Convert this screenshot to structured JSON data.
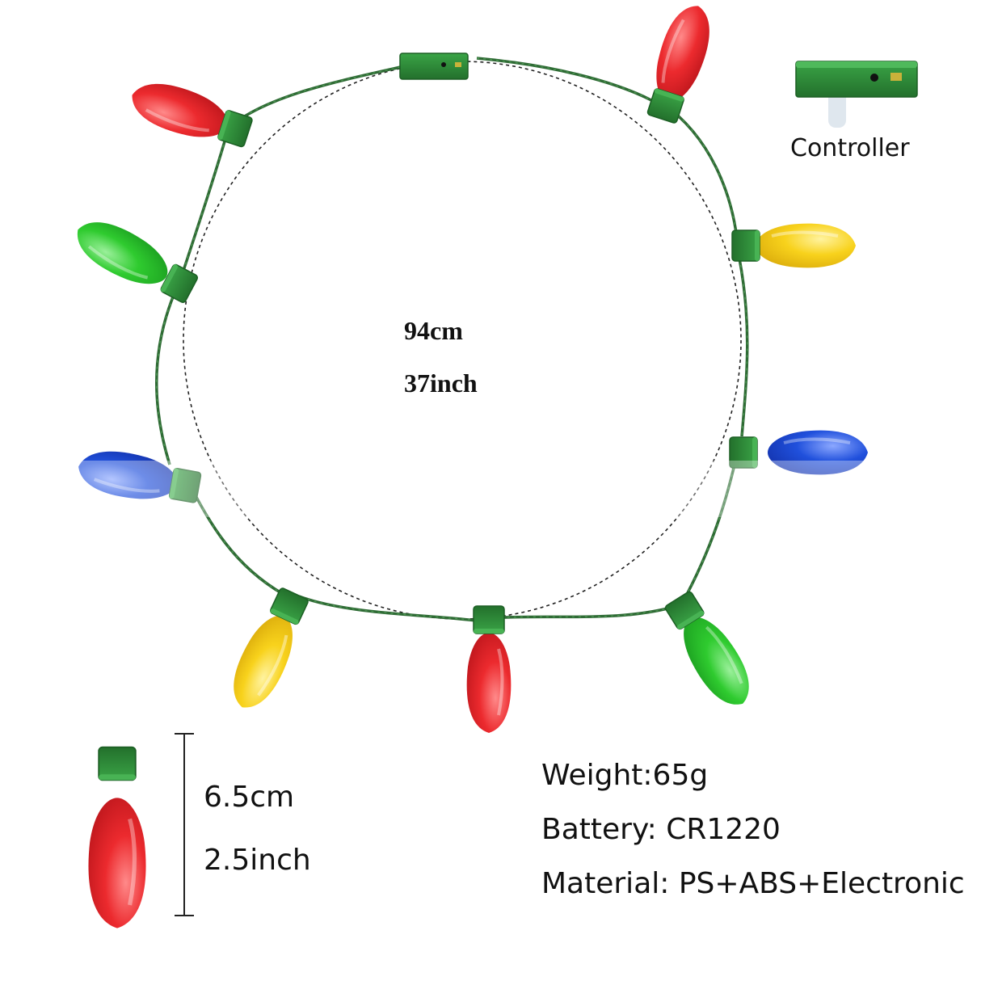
{
  "necklace": {
    "length_cm": "94cm",
    "length_inch": "37inch",
    "bulb_colors": [
      "red",
      "red",
      "yellow",
      "blue",
      "green",
      "red",
      "yellow",
      "blue",
      "green",
      "red"
    ],
    "palette": {
      "red": "#e8262c",
      "green": "#2dc82d",
      "yellow": "#f7d21c",
      "blue": "#1f48d6",
      "socket": "#2f8a3a",
      "wire": "#2f6b35"
    }
  },
  "controller": {
    "label": "Controller"
  },
  "bulb_size": {
    "cm": "6.5cm",
    "inch": "2.5inch"
  },
  "specs": {
    "weight": "Weight:65g",
    "battery": "Battery: CR1220",
    "material": "Material: PS+ABS+Electronic"
  }
}
